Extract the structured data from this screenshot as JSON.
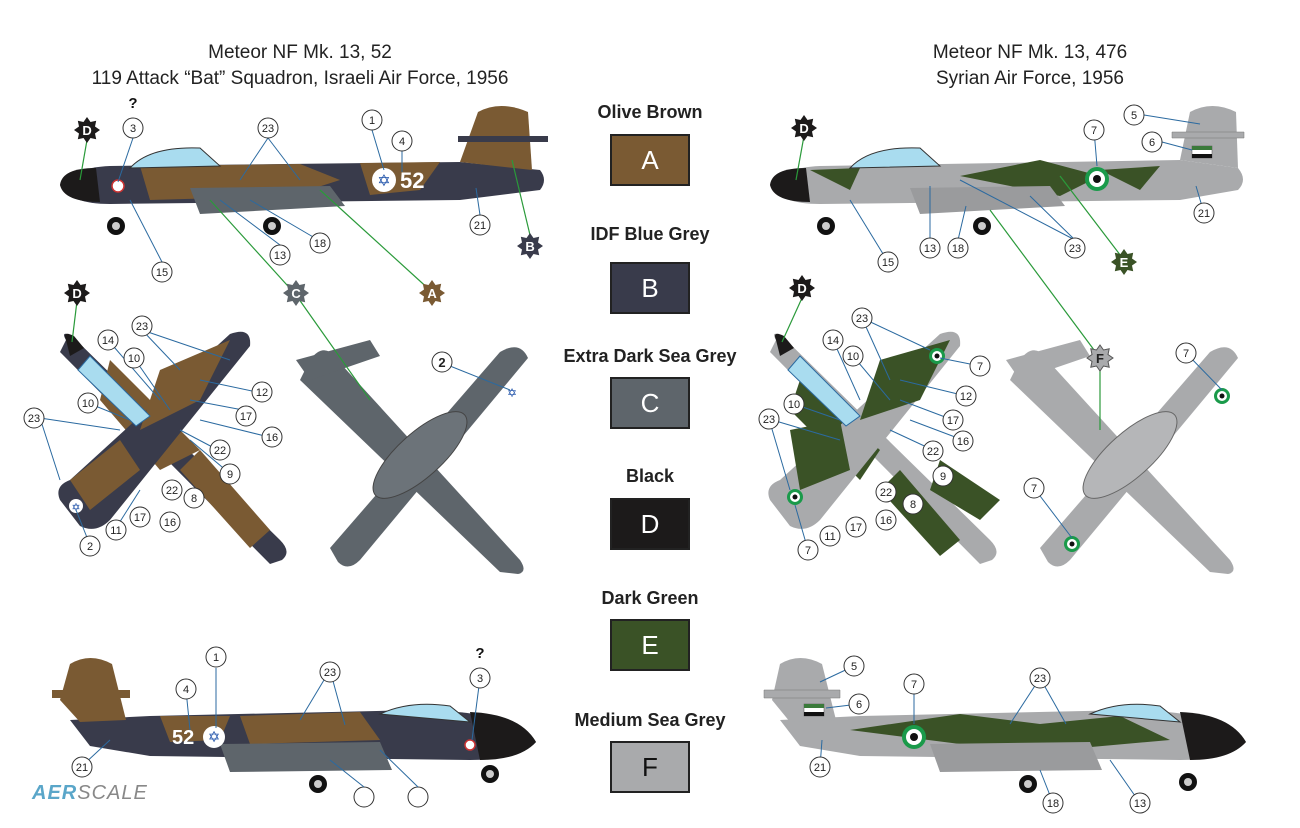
{
  "left_title": {
    "line1": "Meteor NF Mk. 13, 52",
    "line2": "119 Attack “Bat” Squadron, Israeli Air Force, 1956"
  },
  "right_title": {
    "line1": "Meteor NF Mk. 13, 476",
    "line2": "Syrian Air Force, 1956"
  },
  "colors": [
    {
      "label": "Olive Brown",
      "letter": "A",
      "hex": "#7a5a33"
    },
    {
      "label": "IDF Blue Grey",
      "letter": "B",
      "hex": "#393b4b"
    },
    {
      "label": "Extra Dark Sea Grey",
      "letter": "C",
      "hex": "#5e656b"
    },
    {
      "label": "Black",
      "letter": "D",
      "hex": "#1c1a1a"
    },
    {
      "label": "Dark Green",
      "letter": "E",
      "hex": "#3a5226"
    },
    {
      "label": "Medium Sea Grey",
      "letter": "F",
      "hex": "#a9aaac"
    }
  ],
  "left_codes": {
    "tail": "52",
    "question": "?"
  },
  "callouts": {
    "n1": "1",
    "n2": "2",
    "n3": "3",
    "n4": "4",
    "n5": "5",
    "n6": "6",
    "n7": "7",
    "n8": "8",
    "n9": "9",
    "n10": "10",
    "n11": "11",
    "n12": "12",
    "n13": "13",
    "n14": "14",
    "n15": "15",
    "n16": "16",
    "n17": "17",
    "n18": "18",
    "n21": "21",
    "n22": "22",
    "n23": "23"
  },
  "star_labels": {
    "A": "A",
    "B": "B",
    "C": "C",
    "D": "D",
    "E": "E",
    "F": "F"
  },
  "logo": {
    "part1": "AER",
    "part2": "SCALE"
  }
}
